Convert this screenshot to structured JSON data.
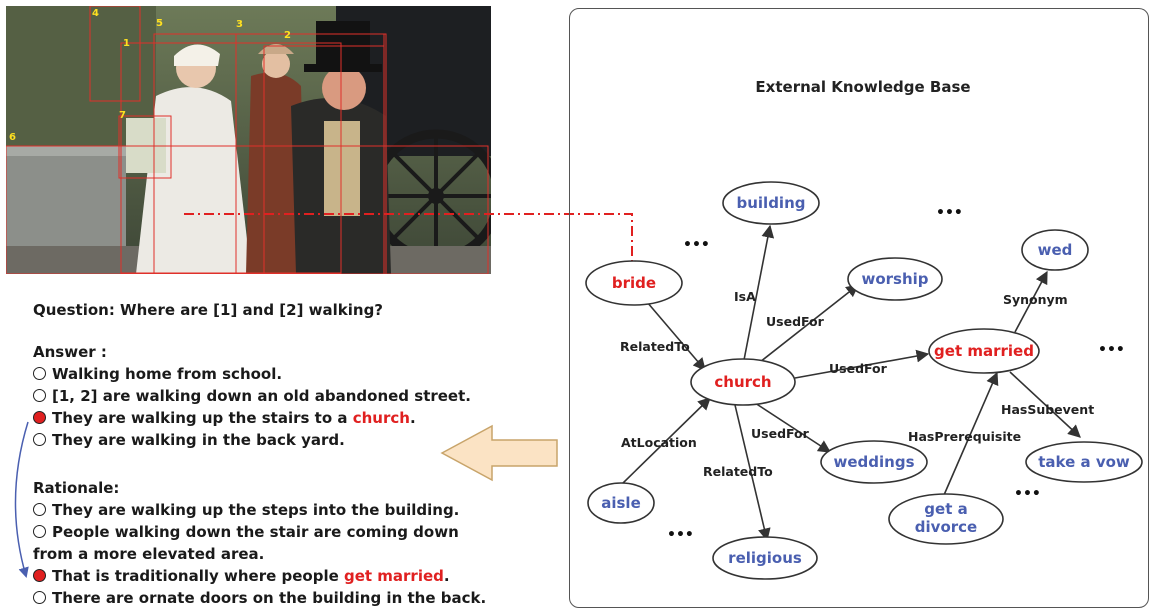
{
  "image": {
    "box_labels": [
      "4",
      "5",
      "3",
      "2",
      "1",
      "7",
      "6"
    ]
  },
  "question": "Question: Where are [1] and [2] walking?",
  "answer_heading": "Answer :",
  "answers": [
    {
      "text": "Walking home from school.",
      "selected": false
    },
    {
      "text": "[1, 2] are walking down an old abandoned street.",
      "selected": false
    },
    {
      "pre": "They are walking up the stairs to a ",
      "highlight": "church",
      "post": ".",
      "selected": true
    },
    {
      "text": "They are walking in the back yard.",
      "selected": false
    }
  ],
  "rationale_heading": "Rationale:",
  "rationales": [
    {
      "text": "They are walking up the steps into the building.",
      "selected": false
    },
    {
      "text": "People walking down the stair are coming down",
      "cont": "from a more elevated area.",
      "selected": false
    },
    {
      "pre": "That is traditionally where people ",
      "highlight": "get married",
      "post": ".",
      "selected": true
    },
    {
      "text": "There are ornate doors on the building in the back.",
      "selected": false
    }
  ],
  "kb": {
    "title": "External Knowledge Base",
    "nodes": {
      "building": "building",
      "worship": "worship",
      "wed": "wed",
      "bride": "bride",
      "church": "church",
      "get_married": "get married",
      "weddings": "weddings",
      "take_a_vow": "take a vow",
      "aisle": "aisle",
      "get_a_divorce_1": "get a",
      "get_a_divorce_2": "divorce",
      "religious": "religious"
    },
    "edges": {
      "isa": "IsA",
      "usedfor_worship": "UsedFor",
      "usedfor_married": "UsedFor",
      "usedfor_weddings": "UsedFor",
      "relatedto_bride": "RelatedTo",
      "relatedto_religious": "RelatedTo",
      "atlocation": "AtLocation",
      "synonym": "Synonym",
      "hassubevent": "HasSubevent",
      "hasprerequisite": "HasPrerequisite"
    },
    "ellipsis": "•••"
  },
  "colors": {
    "highlight": "#e02020",
    "node_text": "#4a5fb0",
    "arrow_fill": "#fbe3c4",
    "box_red": "#e0302a",
    "box_label": "#ffe020"
  }
}
